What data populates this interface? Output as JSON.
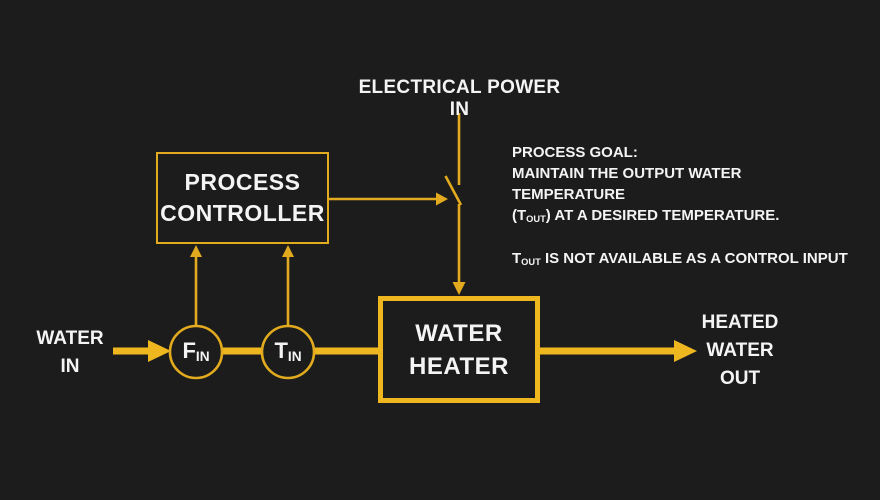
{
  "colors": {
    "background": "#1c1c1c",
    "gold": "#e2aa1e",
    "gold_bright": "#efb71f",
    "text": "#f4f4f4"
  },
  "labels": {
    "electrical_power_in": "ELECTRICAL POWER IN",
    "water_in": {
      "line1": "WATER",
      "line2": "IN"
    },
    "heated_water_out": {
      "line1": "HEATED",
      "line2": "WATER",
      "line3": "OUT"
    }
  },
  "blocks": {
    "process_controller": {
      "line1": "PROCESS",
      "line2": "CONTROLLER"
    },
    "water_heater": {
      "line1": "WATER",
      "line2": "HEATER"
    }
  },
  "sensors": {
    "flow_in": {
      "main": "F",
      "sub": "IN"
    },
    "temp_in": {
      "main": "T",
      "sub": "IN"
    }
  },
  "goal": {
    "title": "PROCESS GOAL:",
    "line1": "MAINTAIN THE OUTPUT WATER TEMPERATURE",
    "line2_pre": "(T",
    "line2_sub": "OUT",
    "line2_post": ") AT A DESIRED TEMPERATURE.",
    "line3_pre": "T",
    "line3_sub": "OUT",
    "line3_post": " IS NOT AVAILABLE AS A CONTROL INPUT"
  }
}
